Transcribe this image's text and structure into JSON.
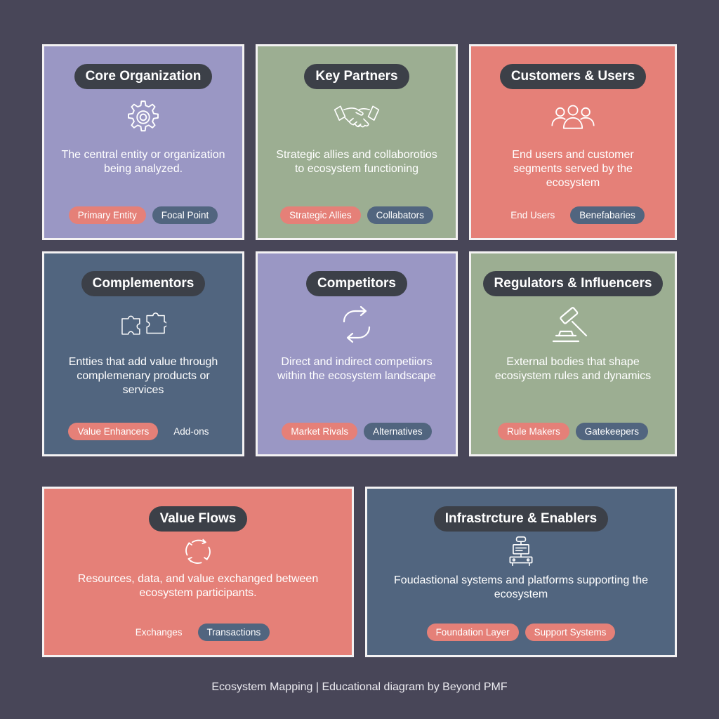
{
  "colors": {
    "background": "#484658",
    "lavender": "#9a97c4",
    "sage": "#9cae92",
    "coral": "#e58078",
    "slate": "#51657f",
    "title_pill": "#3c4048",
    "tag_coral": "#e58078",
    "tag_slate": "#51657f"
  },
  "cards": {
    "core": {
      "title": "Core Organization",
      "icon": "gear-icon",
      "description": "The central entity or organization being analyzed.",
      "tags": [
        "Primary Entity",
        "Focal Point"
      ]
    },
    "partners": {
      "title": "Key Partners",
      "icon": "handshake-icon",
      "description": "Strategic allies and collaborotios to ecosystem functioning",
      "tags": [
        "Strategic Allies",
        "Collabators"
      ]
    },
    "customers": {
      "title": "Customers & Users",
      "icon": "users-icon",
      "description": "End users and customer segments served by the ecosystem",
      "tags": [
        "End Users",
        "Benefabaries"
      ]
    },
    "complementors": {
      "title": "Complementors",
      "icon": "puzzle-icon",
      "description": "Entties that add value through complemenary products or services",
      "tags": [
        "Value Enhancers",
        "Add-ons"
      ]
    },
    "competitors": {
      "title": "Competitors",
      "icon": "swap-arrows-icon",
      "description": "Direct and indirect competiiors within the ecosystem landscape",
      "tags": [
        "Market Rivals",
        "Alternatives"
      ]
    },
    "regulators": {
      "title": "Regulators & Influencers",
      "icon": "gavel-icon",
      "description": "External bodies that shape ecosiystem rules and dynamics",
      "tags": [
        "Rule Makers",
        "Gatekeepers"
      ]
    },
    "value_flows": {
      "title": "Value Flows",
      "icon": "cycle-arrows-icon",
      "description": "Resources, data, and value exchanged between ecosystem participants.",
      "tags": [
        "Exchanges",
        "Transactions"
      ]
    },
    "infrastructure": {
      "title": "Infrastrcture & Enablers",
      "icon": "server-icon",
      "description": "Foudastional systems and platforms supporting the ecosystem",
      "tags": [
        "Foundation Layer",
        "Support Systems"
      ]
    }
  },
  "footer": "Ecosystem Mapping | Educational diagram by Beyond PMF"
}
